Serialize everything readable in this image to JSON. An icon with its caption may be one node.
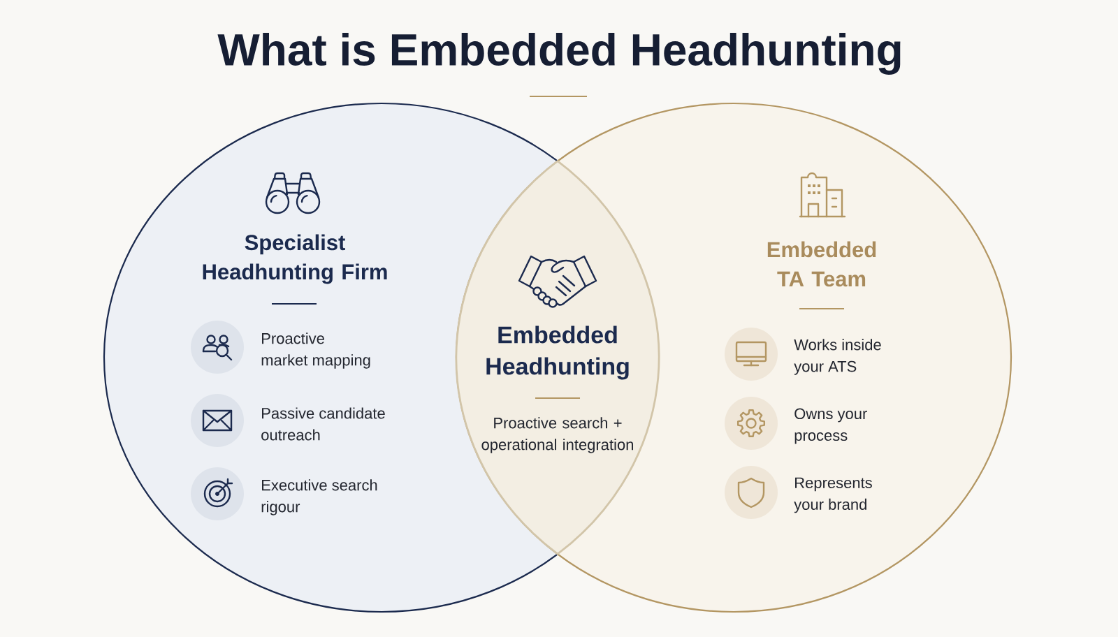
{
  "diagram": {
    "title": "What is Embedded Headhunting",
    "nodes": [
      {
        "text": [
          "Specialist Headhunting Firm"
        ]
      },
      {
        "text": [
          "Proactive market mapping"
        ],
        "in": 0
      },
      {
        "text": [
          "Passive candidate outreach"
        ],
        "in": 0
      },
      {
        "text": [
          "Executive search rigour"
        ],
        "in": 0
      },
      {
        "text": [
          "Embedded Headhunting",
          "Proactive search + operational integration"
        ]
      },
      {
        "text": [
          "Embedded TA Team"
        ]
      },
      {
        "text": [
          "Works inside your ATS"
        ],
        "in": 5
      },
      {
        "text": [
          "Owns your process"
        ],
        "in": 5
      },
      {
        "text": [
          "Represents your brand"
        ],
        "in": 5
      }
    ]
  }
}
